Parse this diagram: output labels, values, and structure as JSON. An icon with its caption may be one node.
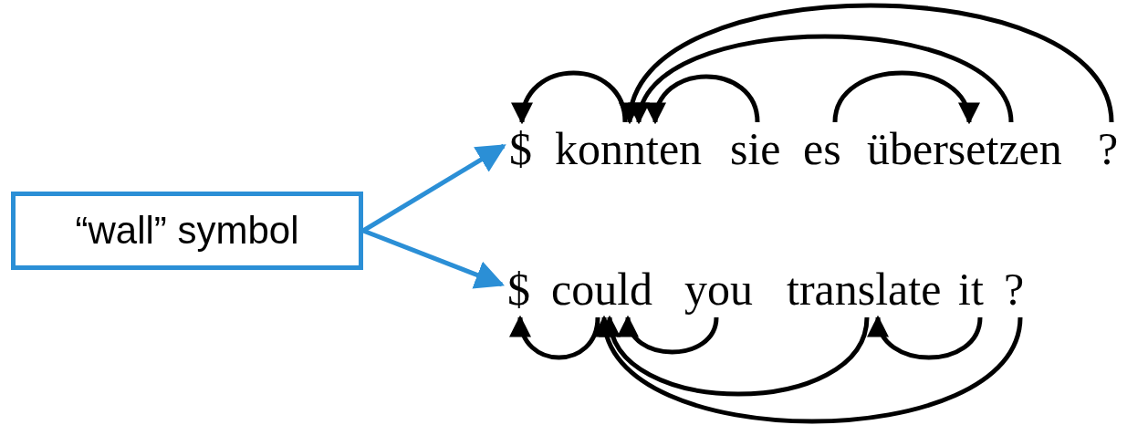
{
  "diagram": {
    "nodes": [
      {
        "text": [
          "“wall” symbol"
        ]
      },
      {
        "text": [
          "$"
        ]
      },
      {
        "text": [
          "konnten"
        ]
      },
      {
        "text": [
          "sie"
        ]
      },
      {
        "text": [
          "es"
        ]
      },
      {
        "text": [
          "übersetzen"
        ]
      },
      {
        "text": [
          "?"
        ]
      },
      {
        "text": [
          "$"
        ]
      },
      {
        "text": [
          "could"
        ]
      },
      {
        "text": [
          "you"
        ]
      },
      {
        "text": [
          "translate"
        ]
      },
      {
        "text": [
          "it"
        ]
      },
      {
        "text": [
          "?"
        ]
      }
    ],
    "edges": [
      {
        "from": 0,
        "to": 1,
        "arrow": "to",
        "color": "#2b8fd6"
      },
      {
        "from": 0,
        "to": 7,
        "arrow": "to",
        "color": "#2b8fd6"
      },
      {
        "from": 2,
        "to": 1,
        "arrow": "to"
      },
      {
        "from": 3,
        "to": 2,
        "arrow": "to"
      },
      {
        "from": 4,
        "to": 5,
        "arrow": "to"
      },
      {
        "from": 5,
        "to": 2,
        "arrow": "to"
      },
      {
        "from": 6,
        "to": 2,
        "arrow": "to"
      },
      {
        "from": 8,
        "to": 7,
        "arrow": "to"
      },
      {
        "from": 9,
        "to": 8,
        "arrow": "to"
      },
      {
        "from": 10,
        "to": 8,
        "arrow": "to"
      },
      {
        "from": 11,
        "to": 10,
        "arrow": "to"
      },
      {
        "from": 12,
        "to": 8,
        "arrow": "to"
      }
    ]
  }
}
